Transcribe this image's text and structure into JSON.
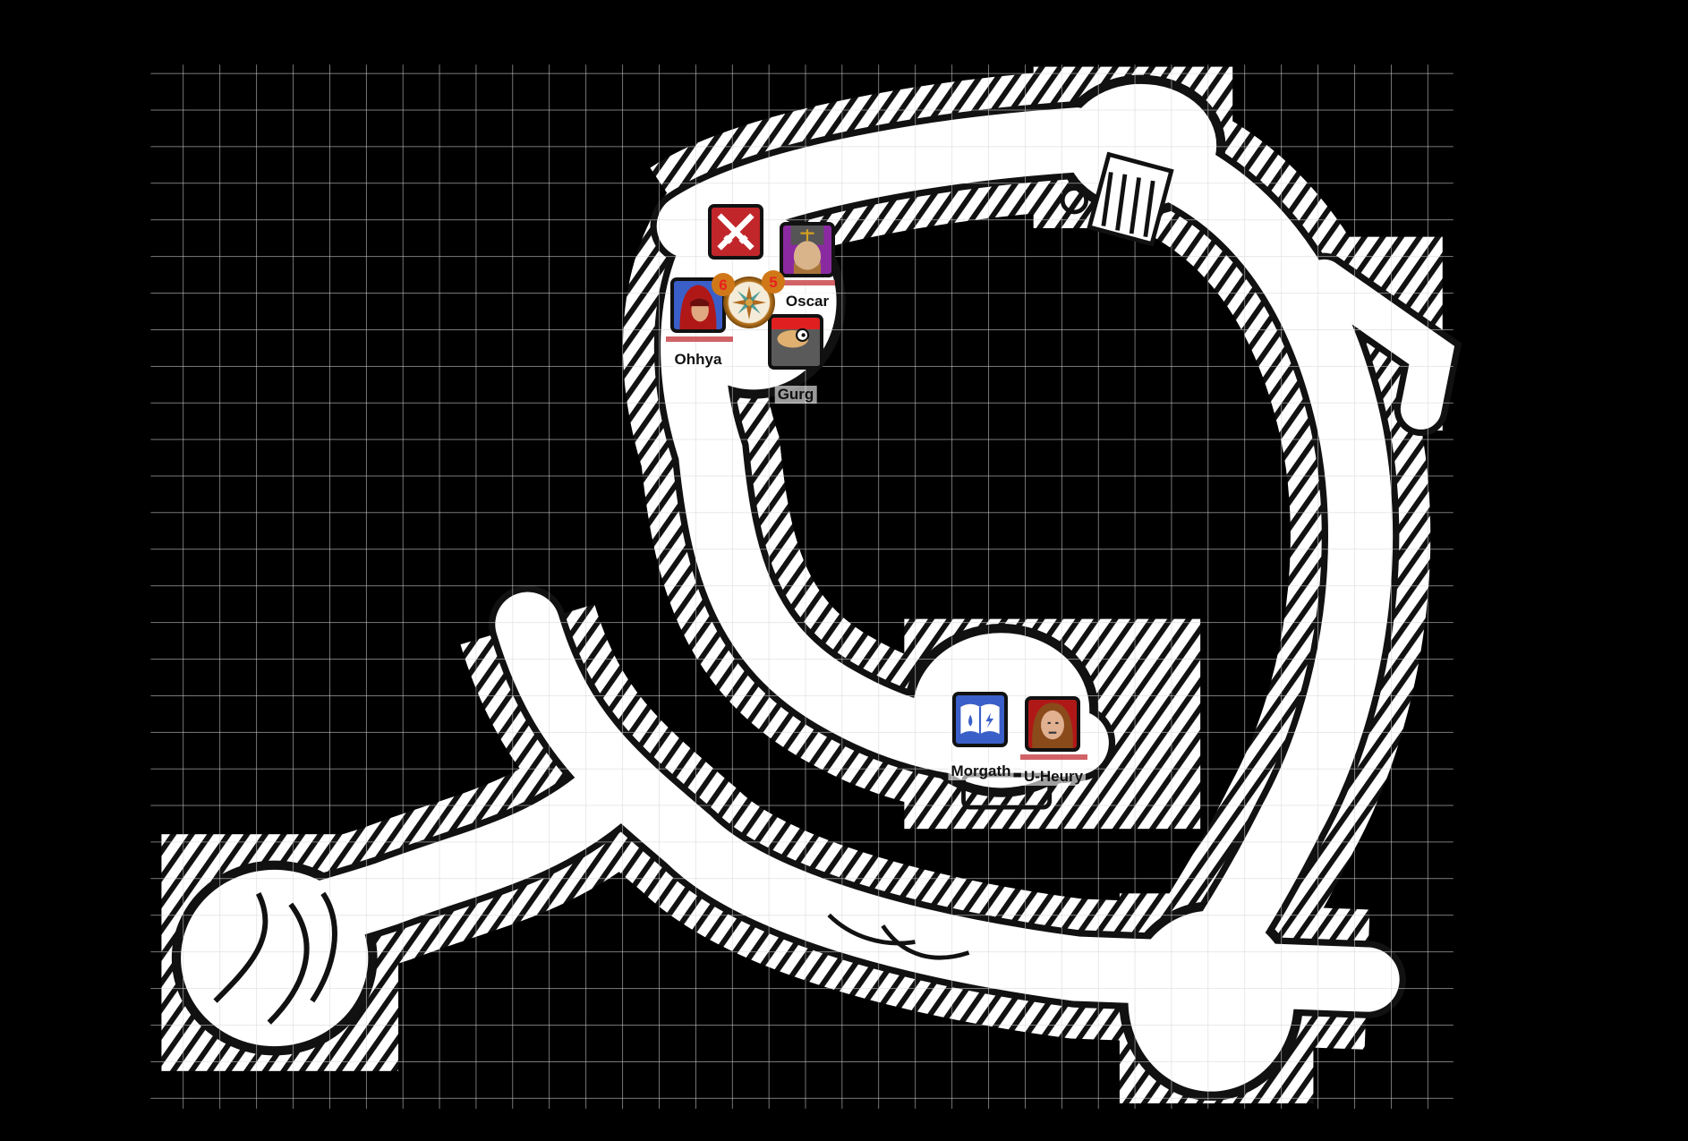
{
  "scene": {
    "background": "#000000",
    "floor": "#ffffff",
    "ink": "#111111"
  },
  "tokens": [
    {
      "id": "crossed-swords",
      "name": "",
      "icon": "crossed-swords-icon",
      "color": "#c0262a"
    },
    {
      "id": "oscar",
      "name": "Oscar",
      "hp_bar_color": "#c9484c",
      "frame_color": "#8a2aa0"
    },
    {
      "id": "ohhya",
      "name": "Ohhya",
      "hp_bar_color": "#c9484c",
      "frame_color": "#3a5fc8"
    },
    {
      "id": "gurg",
      "name": "Gurg",
      "frame_color": "#e02020"
    },
    {
      "id": "morgath",
      "name": "Morgath",
      "icon": "spellbook-icon",
      "color": "#3a5fc8"
    },
    {
      "id": "u-heury",
      "name": "U-Heury",
      "hp_bar_color": "#c9484c",
      "frame_color": "#b01818"
    }
  ],
  "compass": {
    "icon": "compass-icon",
    "badges": [
      "6",
      "5"
    ],
    "badge_color": "#d07818"
  }
}
